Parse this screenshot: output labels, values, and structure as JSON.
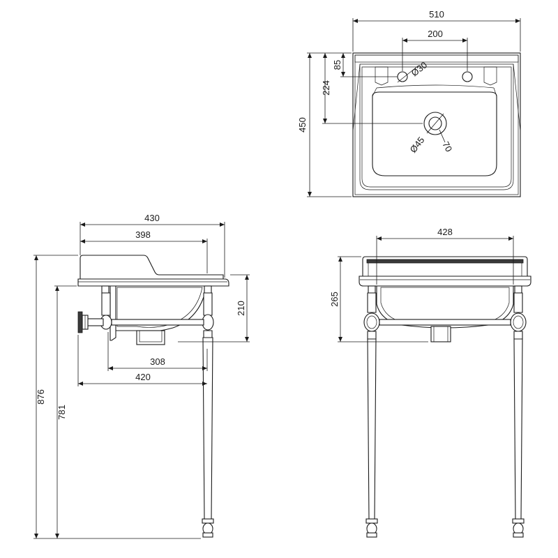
{
  "top_view": {
    "overall_width": "510",
    "tap_spacing": "200",
    "tap_offset": "85",
    "depth": "450",
    "waste_offset": "224",
    "tap_hole": "Ø30",
    "waste_hole": "Ø45",
    "waste_inner": "70"
  },
  "side_view": {
    "overall_depth": "430",
    "top_depth": "398",
    "basin_height": "210",
    "bowl_depth": "308",
    "stand_depth": "420",
    "overall_height": "876",
    "rim_height": "781"
  },
  "front_view": {
    "bowl_width": "428",
    "height_to_waste": "265"
  }
}
